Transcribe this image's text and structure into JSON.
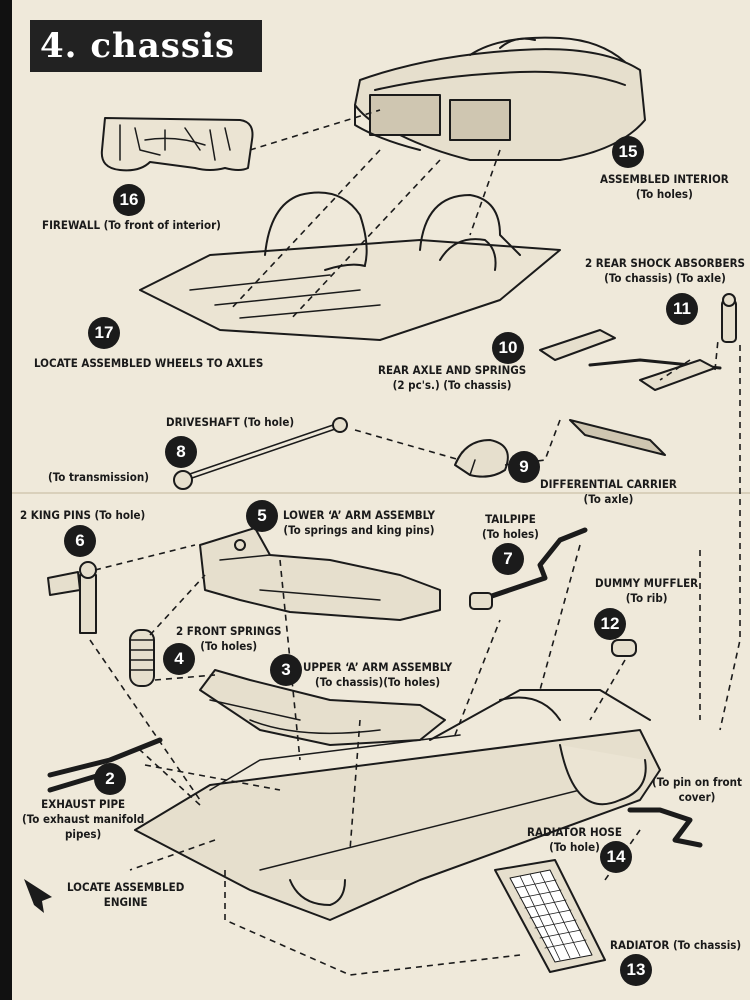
{
  "title": "4. chassis",
  "steps": [
    {
      "num": "2",
      "lines": [
        "EXHAUST PIPE",
        "(To exhaust manifold",
        "pipes)"
      ]
    },
    {
      "num": "3",
      "lines": [
        "UPPER ‘A’ ARM ASSEMBLY",
        "(To chassis)(To holes)"
      ]
    },
    {
      "num": "4",
      "lines": [
        "2 FRONT SPRINGS",
        "(To holes)"
      ]
    },
    {
      "num": "5",
      "lines": [
        "LOWER ‘A’ ARM ASSEMBLY",
        "(To springs and king pins)"
      ]
    },
    {
      "num": "6",
      "lines": [
        "2 KING PINS (To hole)"
      ]
    },
    {
      "num": "7",
      "lines": [
        "TAILPIPE",
        "(To holes)"
      ]
    },
    {
      "num": "8",
      "lines": [
        "DRIVESHAFT (To hole)",
        "(To transmission)"
      ]
    },
    {
      "num": "9",
      "lines": [
        "DIFFERENTIAL CARRIER",
        "(To axle)"
      ]
    },
    {
      "num": "10",
      "lines": [
        "REAR AXLE AND SPRINGS",
        "(2 pc's.) (To chassis)"
      ]
    },
    {
      "num": "11",
      "lines": [
        "2 REAR SHOCK ABSORBERS",
        "(To chassis)  (To axle)"
      ]
    },
    {
      "num": "12",
      "lines": [
        "DUMMY MUFFLER",
        "(To rib)"
      ]
    },
    {
      "num": "13",
      "lines": [
        "RADIATOR (To chassis)"
      ]
    },
    {
      "num": "14",
      "lines": [
        "RADIATOR HOSE",
        "(To hole)",
        "(To pin on front",
        "cover)"
      ]
    },
    {
      "num": "15",
      "lines": [
        "ASSEMBLED INTERIOR",
        "(To holes)"
      ]
    },
    {
      "num": "16",
      "lines": [
        "FIREWALL (To front of interior)"
      ]
    },
    {
      "num": "17",
      "lines": [
        "LOCATE ASSEMBLED WHEELS TO AXLES"
      ]
    }
  ],
  "engine_note": [
    "LOCATE ASSEMBLED",
    "ENGINE"
  ],
  "colors": {
    "paper": "#efe9da",
    "ink": "#1b1b1b",
    "badge": "#1b1b1b"
  }
}
